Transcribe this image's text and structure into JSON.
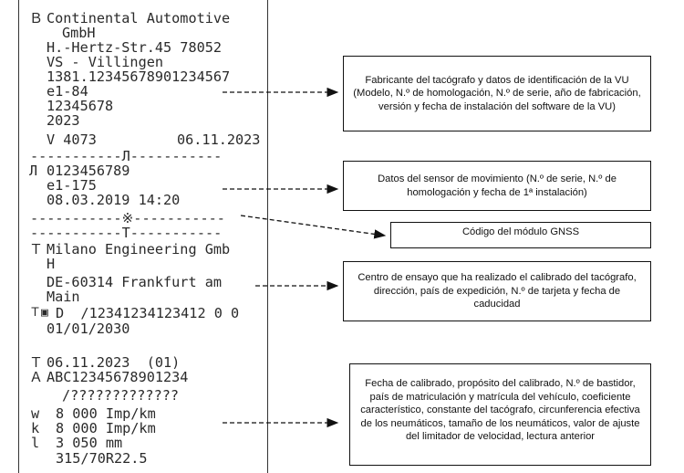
{
  "printout": {
    "top_rule": "--------------------------",
    "manufacturer_name_1": "Continental Automotive",
    "manufacturer_name_2": "GmbH",
    "manufacturer_address_1": "H.-Hertz-Str.45 78052",
    "manufacturer_address_2": "VS - Villingen",
    "vu_part_number": "1381.12345678901234567",
    "approval_number": "e1-84",
    "serial_number": "12345678",
    "manufacture_year": "2023",
    "software_version": "V 4073",
    "software_install_date": "06.11.2023",
    "sensor_separator": "-----------Л-----------",
    "sensor_serial": "0123456789",
    "sensor_approval": "e1-175",
    "sensor_install": "08.03.2019 14:20",
    "gnss_separator": "-----------※-----------",
    "workshop_separator": "-----------Т-----------",
    "workshop_name_1": "Milano Engineering Gmb",
    "workshop_name_2": "H",
    "workshop_address_1": "DE-60314 Frankfurt am",
    "workshop_address_2": "Main",
    "workshop_card_number": "D  /12341234123412 0 0",
    "workshop_card_expiry": "01/01/2030",
    "calibration_date": "06.11.2023  (01)",
    "vin": "ABC12345678901234",
    "registration": "/?????????????",
    "w_value": "8 000 Imp/km",
    "k_value": "8 000 Imp/km",
    "l_value": "3 050 mm",
    "tyre_size": "315/70R22.5",
    "w_label": "w",
    "k_label": "k",
    "l_label": "l"
  },
  "callouts": {
    "vu_info": "Fabricante del tacógrafo y datos de identificación de la VU (Modelo, N.º de homologación, N.º de serie, año de fabricación, versión y fecha de instalación del software de la VU)",
    "sensor_info": "Datos del sensor de movimiento (N.º de serie, N.º de homologación y fecha de 1ª instalación)",
    "gnss_info": "Código del módulo GNSS",
    "workshop_info": "Centro de ensayo que ha realizado el calibrado del tacógrafo, dirección, país de expedición, N.º de tarjeta y fecha de caducidad",
    "calibration_info": "Fecha de calibrado, propósito del calibrado, N.º de bastidor, país de matriculación y matrícula del vehículo, coeficiente característico, constante del tacógrafo, circunferencia efectiva de los neumáticos, tamaño de los neumáticos, valor de ajuste del limitador de velocidad, lectura anterior"
  },
  "icons": {
    "manufacturer": "building-icon",
    "sensor": "motion-sensor-icon",
    "workshop": "hammer-icon",
    "workshop_card": "hammer-card-icon",
    "calibration": "hammer-icon",
    "vin": "vehicle-icon"
  }
}
